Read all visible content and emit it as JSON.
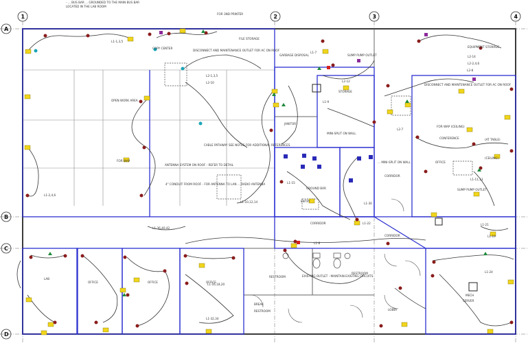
{
  "header": {
    "note_line_1": "- ... BUS BAR ... GROUNDED TO THE MAIN BUS BAR",
    "note_line_2": "LOCATED IN THE LAB ROOM"
  },
  "grid": {
    "columns": [
      "1",
      "2",
      "3",
      "4"
    ],
    "rows": [
      "A",
      "B",
      "C",
      "D"
    ]
  },
  "notes": {
    "printer": "FOR 3ND PRINTER",
    "disconnect_1": "DISCONNECT AND MAINTENANCE OUTLET FOR AC ON ROOF",
    "disconnect_2": "DISCONNECT AND MAINTENANCE OUTLET FOR AC ON ROOF",
    "sump_pump": "SUMP PUMP OUTLET",
    "garbage": "GARBAGE DISPOSAL",
    "equipment": "EQUIPMENT STORAGE",
    "cable_pathway": "CABLE PATHWAY SEE NOTES FOR ADDITIONAL REFERENCES",
    "antenna": "ANTENNA SYSTEM ON ROOF - REFER TO DETAIL",
    "conduit": "4\" CONDUIT FROM ROOF - FOR ANTENNA TO LAN ... RADIO ANTENNA",
    "mini_split": "MINI-SPLIT ON WALL",
    "mini_split_2": "... MINI-SPLIT ON WALL",
    "ground_bar": "GROUND BAR",
    "existing": "EXISTING OUTLET - MAINTAIN EXISTING CIRCUITS",
    "for_wap": "FOR WAP",
    "for_wap_ceiling": "FOR WAP (CEILING)",
    "sump_pump_2": "SUMP PUMP OUTLET",
    "table": "(AT TABLE)",
    "ceiling": "(CEILING)"
  },
  "rooms": {
    "open_work": "OPEN WORK AREA",
    "lab": "LAB",
    "corridor_1": "CORRIDOR",
    "corridor_2": "CORRIDOR",
    "corridor_3": "CORRIDOR",
    "restroom_1": "RESTROOM",
    "restroom_2": "RESTROOM",
    "office_1": "OFFICE",
    "office_2": "OFFICE",
    "office_3": "OFFICE",
    "office_4": "OFFICE",
    "conference": "CONFERENCE",
    "lobby": "LOBBY",
    "storage": "STORAGE",
    "janitor": "JANITOR",
    "server": "SERVER",
    "break": "BREAK",
    "top_storage": "FILE STORAGE",
    "copy": "COPY CENTER",
    "restroom_gen": "RESTROOM",
    "entry": "ENTRY",
    "mech": "MECH"
  },
  "circuits": {
    "c1": "L1-2,4,6",
    "c2": "L1-1,3,5",
    "c3": "L1-10,12,14",
    "c4": "L1-36,40,42",
    "c5": "L1-7",
    "c6": "L1-9",
    "c7": "L1-11,13",
    "c8": "L2-2,4,6",
    "c9": "L2-8",
    "c10": "L2-14",
    "c11": "L1-15",
    "c12": "L1-16,18,20",
    "c13": "L1-22",
    "c14": "L1-24",
    "c15": "L2-1,3,5",
    "c16": "L2-7",
    "c17": "L1-30",
    "c18": "L1-32,34",
    "c19": "L2-12",
    "c20": "L1-19",
    "c21": "L1-21",
    "c22": "L1-8",
    "c23": "L2-10"
  }
}
